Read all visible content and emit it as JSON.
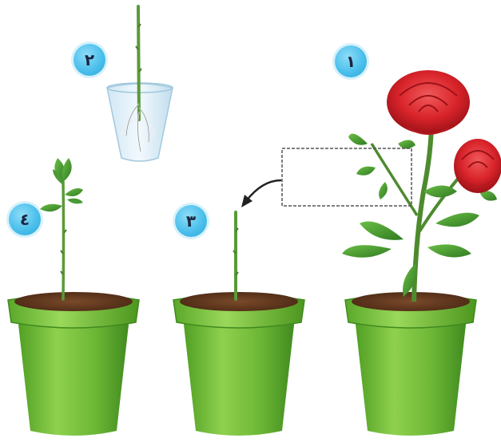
{
  "steps": [
    {
      "number": "١",
      "stage": "mother-rose-plant"
    },
    {
      "number": "٢",
      "stage": "cutting-rooting-in-water"
    },
    {
      "number": "٣",
      "stage": "cutting-planted-in-pot"
    },
    {
      "number": "٤",
      "stage": "new-plant-sprouting"
    }
  ],
  "colors": {
    "badge": "#4cc0ec",
    "pot": "#7cc242",
    "pot_dark": "#3f8a1f",
    "soil": "#6b3f24",
    "stem": "#5a9a3a",
    "leaf": "#3e8a2e",
    "rose": "#d8232a",
    "glass": "#e4f3fb"
  }
}
